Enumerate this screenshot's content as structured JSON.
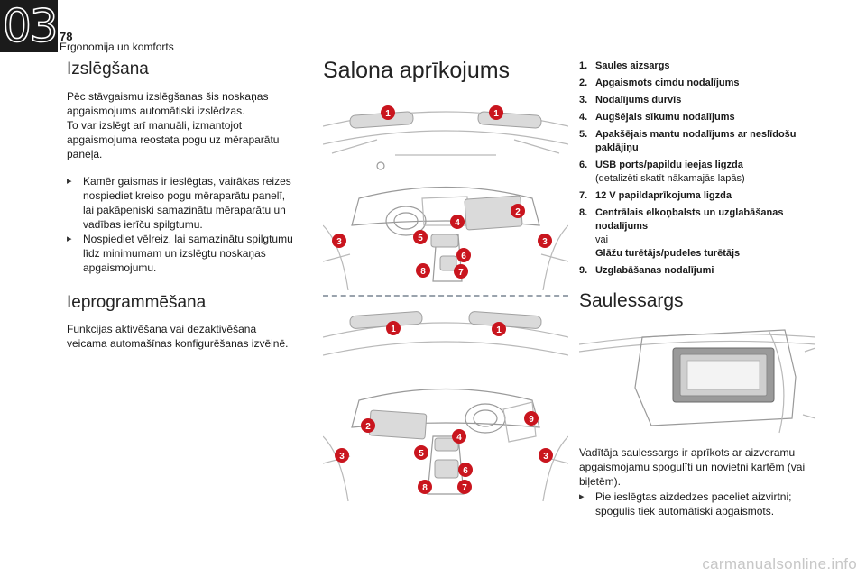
{
  "header": {
    "chapter": "03",
    "page_number": "78",
    "section": "Ergonomija un komforts"
  },
  "left": {
    "h_switchoff": "Izslēgšana",
    "p_switchoff": [
      "Pēc stāvgaismu izslēgšanas šis noskaņas",
      "apgaismojums automātiski izslēdzas.",
      "To var izslēgt arī manuāli, izmantojot",
      "apgaismojuma reostata pogu uz mēraparātu",
      "paneļa."
    ],
    "bullet1": [
      "Kamēr gaismas ir ieslēgtas, vairākas reizes",
      "nospiediet kreiso pogu mēraparātu panelī,",
      "lai pakāpeniski samazinātu mēraparātu un",
      "vadības ierīču spilgtumu."
    ],
    "bullet2": [
      "Nospiediet vēlreiz, lai samazinātu spilgtumu",
      "līdz minimumam un izslēgtu noskaņas",
      "apgaismojumu."
    ],
    "h_program": "Ieprogrammēšana",
    "p_program": [
      "Funkcijas aktivēšana vai dezaktivēšana",
      "veicama automašīnas konfigurēšanas izvēlnē."
    ]
  },
  "middle": {
    "title": "Salona aprīkojums",
    "fig_top_badges": [
      "1",
      "1",
      "2",
      "3",
      "3",
      "4",
      "5",
      "6",
      "7",
      "8"
    ],
    "fig_bottom_badges": [
      "1",
      "1",
      "2",
      "3",
      "3",
      "4",
      "5",
      "6",
      "7",
      "8",
      "9"
    ]
  },
  "items": [
    {
      "n": "1.",
      "t": "Saules aizsargs",
      "sub": ""
    },
    {
      "n": "2.",
      "t": "Apgaismots cimdu nodalījums",
      "sub": ""
    },
    {
      "n": "3.",
      "t": "Nodalījums durvīs",
      "sub": ""
    },
    {
      "n": "4.",
      "t": "Augšējais sīkumu nodalījums",
      "sub": ""
    },
    {
      "n": "5.",
      "t": "Apakšējais mantu nodalījums ar neslīdošu paklājiņu",
      "sub": ""
    },
    {
      "n": "6.",
      "t": "USB ports/papildu ieejas ligzda",
      "sub": "(detalizēti skatīt nākamajās lapās)"
    },
    {
      "n": "7.",
      "t": "12 V papildaprīkojuma ligzda",
      "sub": ""
    },
    {
      "n": "8.",
      "t": "Centrālais elkoņbalsts un uzglabāšanas nodalījums",
      "sub": "vai",
      "t2": "Glāžu turētājs/pudeles turētājs"
    },
    {
      "n": "9.",
      "t": "Uzglabāšanas nodalījumi",
      "sub": ""
    }
  ],
  "right": {
    "h_visor": "Saulessargs",
    "p_visor": [
      "Vadītāja saulessargs ir aprīkots ar aizveramu",
      "apgaismojamu spogulīti un novietni kartēm (vai",
      "biļetēm)."
    ],
    "bullet_visor": [
      "Pie ieslēgtas aizdedzes paceliet aizvirtni;",
      "spogulis tiek automātiski apgaismots."
    ]
  },
  "watermark": "carmanualsonline.info",
  "colors": {
    "badge": "#c9151e",
    "chapter_tab": "#1b1b1b"
  }
}
